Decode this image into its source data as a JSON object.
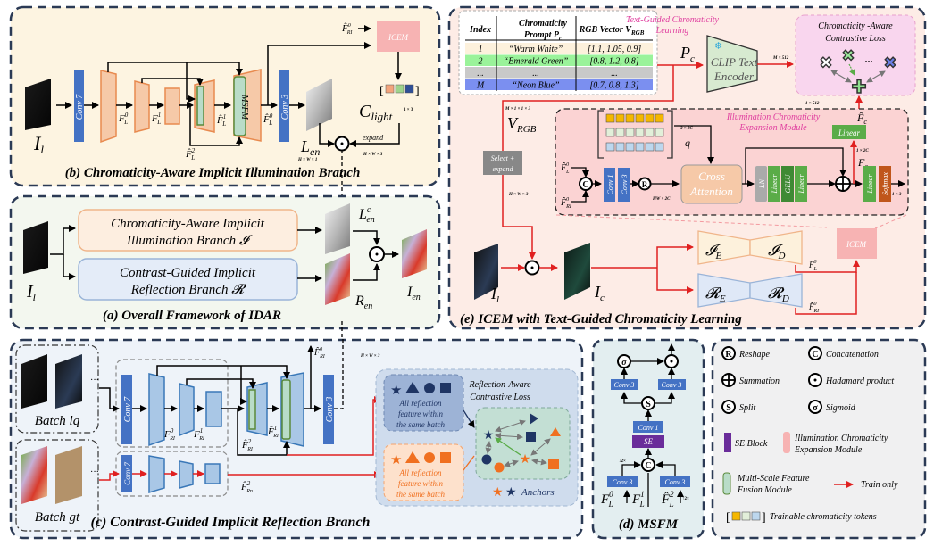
{
  "colors": {
    "panel_b_bg": "#fdf4e1",
    "panel_a_bg": "#f3f7ef",
    "panel_c_bg": "#eef3f9",
    "panel_d_bg": "#e3eef0",
    "panel_e_bg": "#fdece6",
    "legend_bg": "#f0f0f1",
    "dash": "#2b3a55",
    "orange_block": "#f6c9a8",
    "orange_stroke": "#e88a4f",
    "blue_block": "#a9c7e6",
    "blue_stroke": "#3a78b8",
    "conv": "#4472c4",
    "msfm": "#b9dcc8",
    "msfm_stroke": "#5a8a3a",
    "icem": "#f7b3b3",
    "red_arrow": "#e02020",
    "green_block": "#5aac48",
    "se_purple": "#6a2c9a",
    "softmax": "#c0561b",
    "pink_title": "#e040a0"
  },
  "panel_b": {
    "title": "(b) Chromaticity-Aware Implicit Illumination Branch",
    "input_label": "I",
    "input_sub": "l",
    "conv7": "Conv 7",
    "conv3": "Conv 3",
    "msfm": "MSFM",
    "icem": "ICEM",
    "f_l0": "F",
    "f_l0_sub": "L",
    "f_l0_sup": "0",
    "f_l1_sup": "1",
    "f_hat_l1": "F̂",
    "f_hat_l2_sup": "2",
    "f_hat_l0_out_sup": "0",
    "f_r_input": "F̂",
    "f_r_input_sub": "RI",
    "f_r_input_sup": "0",
    "c_light": "C",
    "c_light_sub": "light",
    "c_light_dim": "1 × 3",
    "expand": "expand",
    "expand_dim": "H × W × 3",
    "l_en": "L",
    "l_en_sub": "en",
    "l_en_dim": "H × W × 1"
  },
  "panel_a": {
    "title": "(a) Overall Framework of IDAR",
    "branch_i_line1": "Chromaticity-Aware Implicit",
    "branch_i_line2": "Illumination Branch 𝓘",
    "branch_r_line1": "Contrast-Guided Implicit",
    "branch_r_line2": "Reflection Branch 𝓡",
    "input": "I",
    "input_sub": "l",
    "l_en_c": "L",
    "l_en_c_sub": "en",
    "l_en_c_sup": "c",
    "r_en": "R",
    "r_en_sub": "en",
    "i_en": "I",
    "i_en_sub": "en"
  },
  "panel_c": {
    "title": "(c) Contrast-Guided Implicit Reflection Branch",
    "batch_lq": "Batch lq",
    "batch_gt": "Batch gt",
    "conv7": "Conv 7",
    "conv3": "Conv 3",
    "f_r0": "F",
    "f_r_sub": "RI",
    "sup0": "0",
    "sup1": "1",
    "sup2": "2",
    "f_hat_rn": "F̂",
    "f_hat_rn_sub": "Rn",
    "dim": "H × W × 3",
    "loss_title_1": "Reflection-Aware",
    "loss_title_2": "Contrastive Loss",
    "feat_text_1": "All reflection",
    "feat_text_2": "feature within",
    "feat_text_3": "the same batch",
    "anchors": "Anchors"
  },
  "panel_d": {
    "title": "(d) MSFM",
    "conv3": "Conv 3",
    "conv1": "Conv 1",
    "se": "SE",
    "down": "↓2×",
    "up": "↑2×",
    "f0": "F",
    "f_sub": "L",
    "f0_sup": "0",
    "f1_sup": "1",
    "f2_sup": "2",
    "split": "S",
    "concat": "C",
    "sigma": "σ"
  },
  "panel_e": {
    "title": "(e) ICEM with Text-Guided Chromaticity Learning",
    "table": {
      "headers": [
        "Index",
        "Chromaticity Prompt P_c",
        "RGB Vector V_RGB"
      ],
      "header_col2_line1": "Chromaticity",
      "header_col2_line2": "Prompt P",
      "header_col2_sub": "c",
      "header_col3": "RGB Vector V",
      "header_col3_sub": "RGB",
      "rows": [
        {
          "index": "1",
          "prompt": "“Warm White”",
          "rgb": "[1.1, 1.05, 0.9]",
          "bg": "#fdf1dc"
        },
        {
          "index": "2",
          "prompt": "“Emerald Green”",
          "rgb": "[0.8, 1.2, 0.8]",
          "bg": "#9af39a"
        },
        {
          "index": "...",
          "prompt": "...",
          "rgb": "...",
          "bg": "#c9c9c9"
        },
        {
          "index": "M",
          "prompt": "“Neon Blue”",
          "rgb": "[0.7, 0.8, 1.3]",
          "bg": "#7b8ff0"
        }
      ]
    },
    "text_guided_title_1": "Text-Guided Chromaticity",
    "text_guided_title_2": "Learning",
    "p_c": "P",
    "p_c_sub": "c",
    "clip_line1": "CLIP Text",
    "clip_line2": "Encoder",
    "clip_dim": "M × 512",
    "caloss_1": "Chromaticity -Aware",
    "caloss_2": "Contrastive Loss",
    "caloss_dots": "...",
    "dim_1x512": "1 × 512",
    "v_rgb_dim": "M × 1 × 1 × 3",
    "v_rgb": "V",
    "v_rgb_sub": "RGB",
    "select_1": "Select +",
    "select_2": "expand",
    "hw3": "H × W × 3",
    "icem_title_1": "Illumination Chromaticity",
    "icem_title_2": "Expansion Module",
    "token_dim": "3 × 2C",
    "q": "q",
    "f_l0": "F̂",
    "f_l0_sub": "L",
    "f_r0_sub": "RI",
    "sup0": "0",
    "conv1": "Conv 1",
    "conv3": "Conv 3",
    "hw2c": "HW × 2C",
    "cross_1": "Cross",
    "cross_2": "Attention",
    "ln": "LN",
    "linear": "Linear",
    "gelu": "GELU",
    "softmax": "Softmax",
    "dim_1x2c": "1 × 2C",
    "dim_1x3": "1 × 3",
    "f_c": "F",
    "f_c_sub": "c",
    "f_hat_c": "F̂",
    "i_e": "𝓘",
    "i_d": "𝓘",
    "r_e": "𝓡",
    "r_d": "𝓡",
    "sub_e": "E",
    "sub_d": "D",
    "icem": "ICEM",
    "i_l": "I",
    "i_l_sub": "l",
    "i_c": "I",
    "i_c_sub": "c",
    "out_fl": "F̂",
    "out_fl_sub": "L",
    "out_fr_sub": "RI"
  },
  "legend": {
    "items": [
      {
        "symbol": "R",
        "label": "Reshape"
      },
      {
        "symbol": "C",
        "label": "Concatenation"
      },
      {
        "symbol": "⊕",
        "label": "Summation"
      },
      {
        "symbol": "⊙",
        "label": "Hadamard product"
      },
      {
        "symbol": "S",
        "label": "Split"
      },
      {
        "symbol": "σ",
        "label": "Sigmoid"
      }
    ],
    "se_block": "SE Block",
    "icem_1": "Illumination Chromaticity",
    "icem_2": "Expansion Module",
    "msfm_1": "Multi-Scale Feature",
    "msfm_2": "Fusion Module",
    "train_only": "Train only",
    "tokens": "Trainable chromaticity tokens"
  }
}
